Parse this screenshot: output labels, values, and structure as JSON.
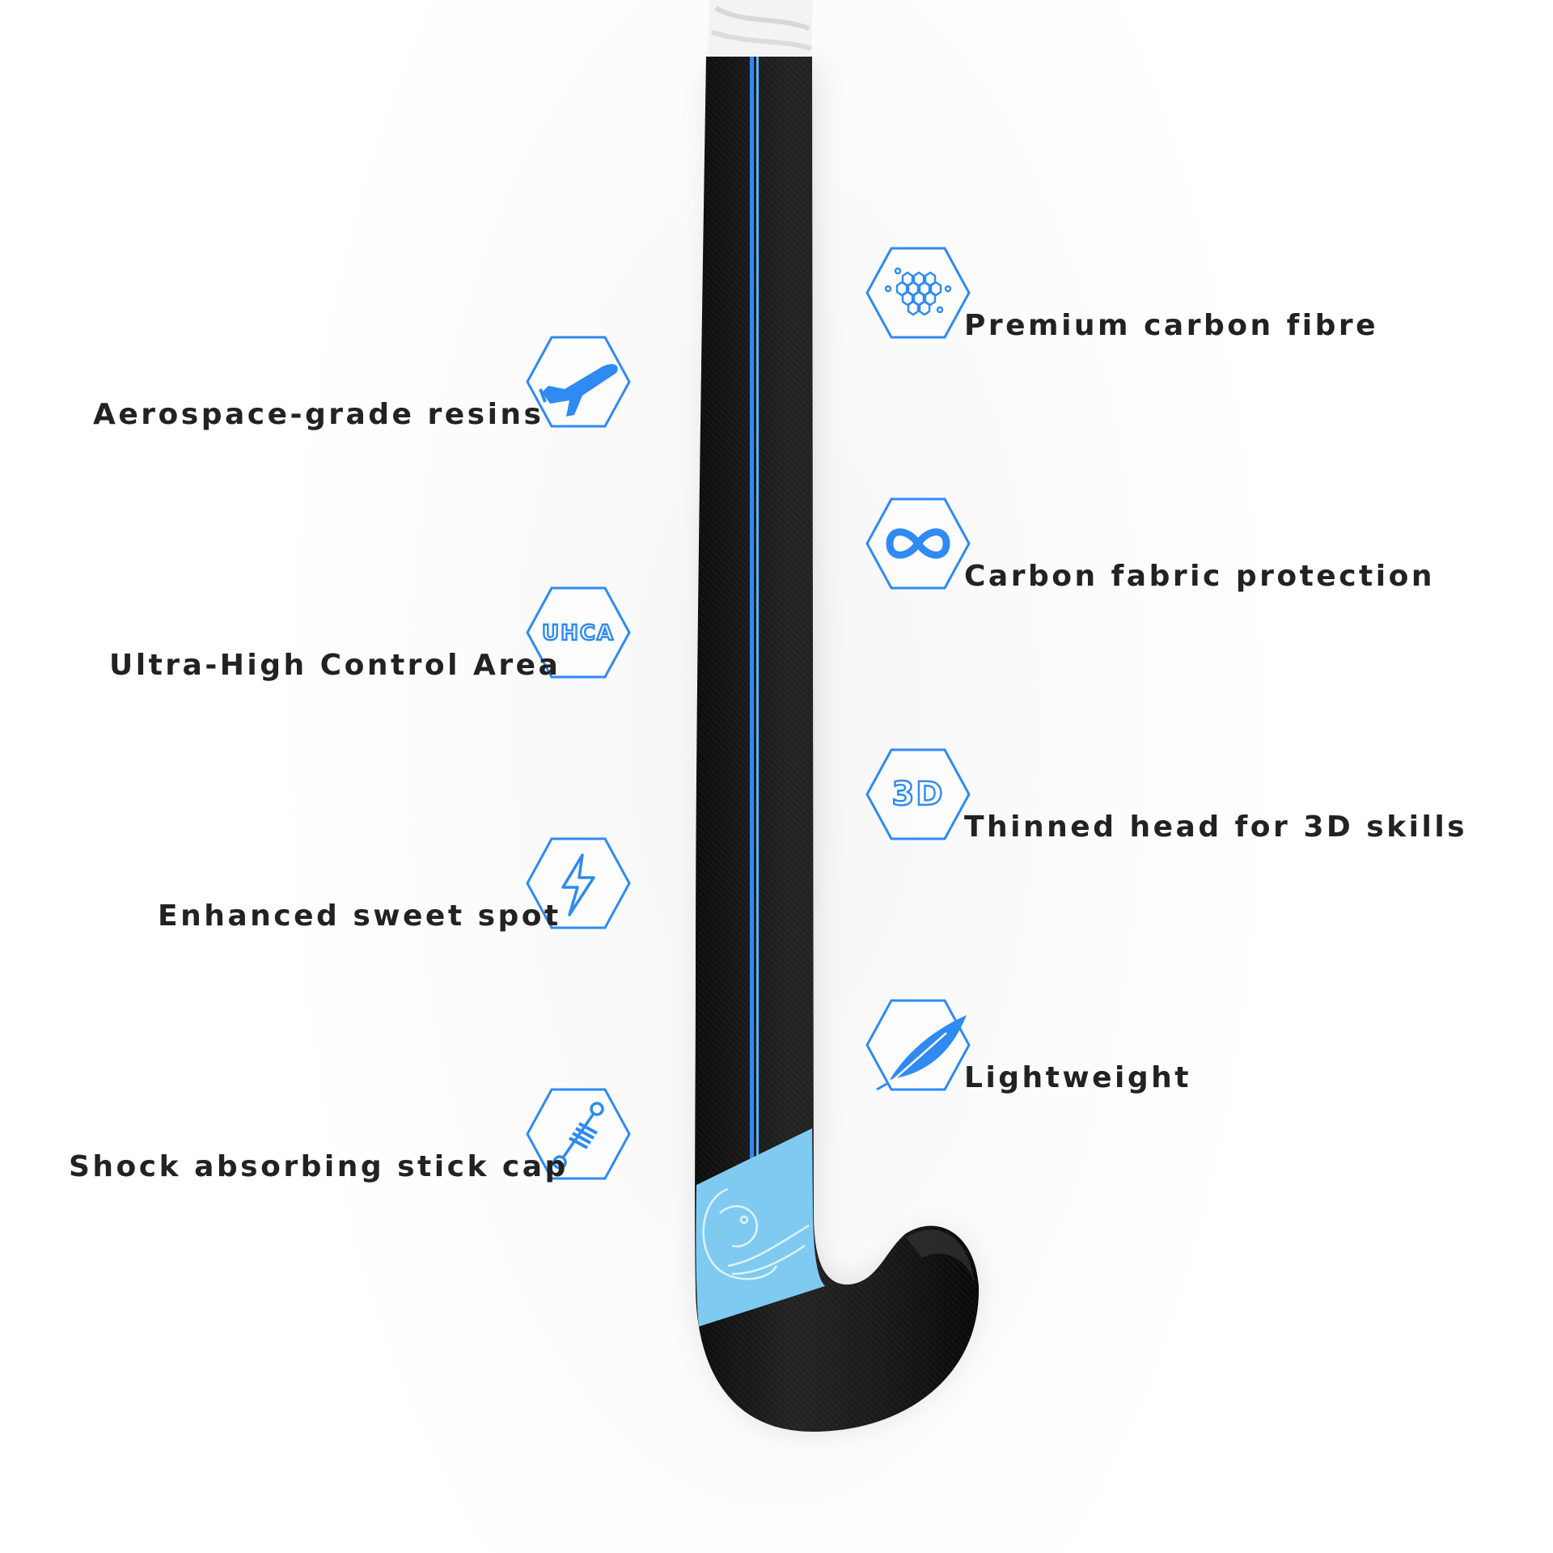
{
  "colors": {
    "accent": "#2f8af2",
    "accent_light": "#5ab4ee",
    "text": "#222222",
    "shaft": "#141414",
    "band": "#7fcaf0",
    "grip": "#f3f3f3"
  },
  "features_left": [
    {
      "label": "Aerospace-grade resins",
      "icon": "airplane-icon"
    },
    {
      "label": "Ultra-High Control Area",
      "icon": "uhca-icon",
      "icon_text": "UHCA"
    },
    {
      "label": "Enhanced sweet spot",
      "icon": "lightning-icon"
    },
    {
      "label": "Shock absorbing stick cap",
      "icon": "shock-absorber-icon"
    }
  ],
  "features_right": [
    {
      "label": "Premium carbon fibre",
      "icon": "honeycomb-icon"
    },
    {
      "label": "Carbon fabric protection",
      "icon": "infinity-icon"
    },
    {
      "label": "Thinned head for 3D skills",
      "icon": "3d-icon",
      "icon_text": "3D"
    },
    {
      "label": "Lightweight",
      "icon": "feather-icon"
    }
  ]
}
